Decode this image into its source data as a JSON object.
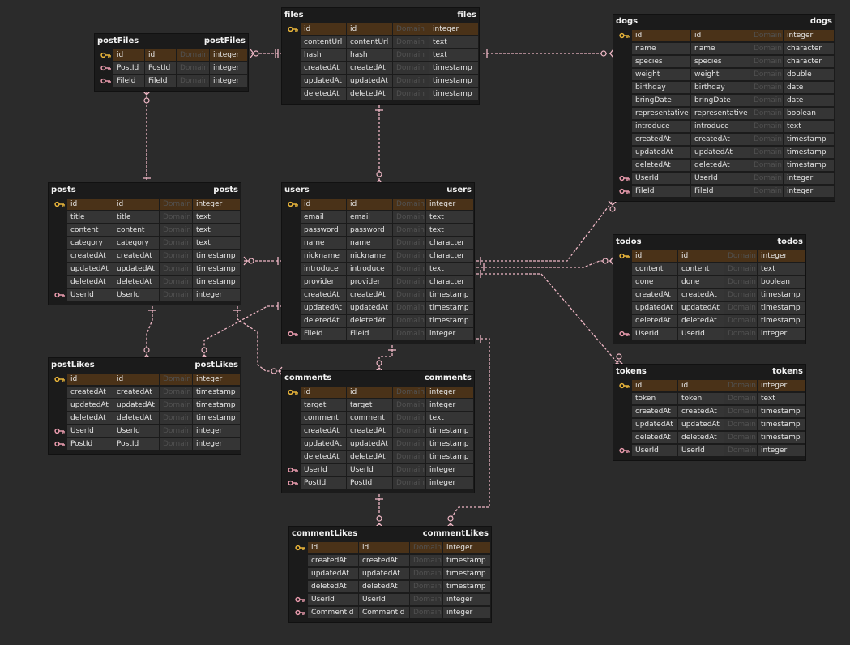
{
  "domain_placeholder": "Domain",
  "tables": {
    "files": {
      "name": "files",
      "columns": [
        {
          "name": "id",
          "logical": "id",
          "type": "integer",
          "key": "pk"
        },
        {
          "name": "contentUrl",
          "logical": "contentUrl",
          "type": "text",
          "key": ""
        },
        {
          "name": "hash",
          "logical": "hash",
          "type": "text",
          "key": ""
        },
        {
          "name": "createdAt",
          "logical": "createdAt",
          "type": "timestamp",
          "key": ""
        },
        {
          "name": "updatedAt",
          "logical": "updatedAt",
          "type": "timestamp",
          "key": ""
        },
        {
          "name": "deletedAt",
          "logical": "deletedAt",
          "type": "timestamp",
          "key": ""
        }
      ]
    },
    "postFiles": {
      "name": "postFiles",
      "columns": [
        {
          "name": "id",
          "logical": "id",
          "type": "integer",
          "key": "pk"
        },
        {
          "name": "PostId",
          "logical": "PostId",
          "type": "integer",
          "key": "fk"
        },
        {
          "name": "FileId",
          "logical": "FileId",
          "type": "integer",
          "key": "fk"
        }
      ]
    },
    "dogs": {
      "name": "dogs",
      "columns": [
        {
          "name": "id",
          "logical": "id",
          "type": "integer",
          "key": "pk"
        },
        {
          "name": "name",
          "logical": "name",
          "type": "character",
          "key": ""
        },
        {
          "name": "species",
          "logical": "species",
          "type": "character",
          "key": ""
        },
        {
          "name": "weight",
          "logical": "weight",
          "type": "double",
          "key": ""
        },
        {
          "name": "birthday",
          "logical": "birthday",
          "type": "date",
          "key": ""
        },
        {
          "name": "bringDate",
          "logical": "bringDate",
          "type": "date",
          "key": ""
        },
        {
          "name": "representative",
          "logical": "representative",
          "type": "boolean",
          "key": ""
        },
        {
          "name": "introduce",
          "logical": "introduce",
          "type": "text",
          "key": ""
        },
        {
          "name": "createdAt",
          "logical": "createdAt",
          "type": "timestamp",
          "key": ""
        },
        {
          "name": "updatedAt",
          "logical": "updatedAt",
          "type": "timestamp",
          "key": ""
        },
        {
          "name": "deletedAt",
          "logical": "deletedAt",
          "type": "timestamp",
          "key": ""
        },
        {
          "name": "UserId",
          "logical": "UserId",
          "type": "integer",
          "key": "fk"
        },
        {
          "name": "FileId",
          "logical": "FileId",
          "type": "integer",
          "key": "fk"
        }
      ]
    },
    "posts": {
      "name": "posts",
      "columns": [
        {
          "name": "id",
          "logical": "id",
          "type": "integer",
          "key": "pk"
        },
        {
          "name": "title",
          "logical": "title",
          "type": "text",
          "key": ""
        },
        {
          "name": "content",
          "logical": "content",
          "type": "text",
          "key": ""
        },
        {
          "name": "category",
          "logical": "category",
          "type": "text",
          "key": ""
        },
        {
          "name": "createdAt",
          "logical": "createdAt",
          "type": "timestamp",
          "key": ""
        },
        {
          "name": "updatedAt",
          "logical": "updatedAt",
          "type": "timestamp",
          "key": ""
        },
        {
          "name": "deletedAt",
          "logical": "deletedAt",
          "type": "timestamp",
          "key": ""
        },
        {
          "name": "UserId",
          "logical": "UserId",
          "type": "integer",
          "key": "fk"
        }
      ]
    },
    "users": {
      "name": "users",
      "columns": [
        {
          "name": "id",
          "logical": "id",
          "type": "integer",
          "key": "pk"
        },
        {
          "name": "email",
          "logical": "email",
          "type": "text",
          "key": ""
        },
        {
          "name": "password",
          "logical": "password",
          "type": "text",
          "key": ""
        },
        {
          "name": "name",
          "logical": "name",
          "type": "character",
          "key": ""
        },
        {
          "name": "nickname",
          "logical": "nickname",
          "type": "character",
          "key": ""
        },
        {
          "name": "introduce",
          "logical": "introduce",
          "type": "text",
          "key": ""
        },
        {
          "name": "provider",
          "logical": "provider",
          "type": "character",
          "key": ""
        },
        {
          "name": "createdAt",
          "logical": "createdAt",
          "type": "timestamp",
          "key": ""
        },
        {
          "name": "updatedAt",
          "logical": "updatedAt",
          "type": "timestamp",
          "key": ""
        },
        {
          "name": "deletedAt",
          "logical": "deletedAt",
          "type": "timestamp",
          "key": ""
        },
        {
          "name": "FileId",
          "logical": "FileId",
          "type": "integer",
          "key": "fk"
        }
      ]
    },
    "todos": {
      "name": "todos",
      "columns": [
        {
          "name": "id",
          "logical": "id",
          "type": "integer",
          "key": "pk"
        },
        {
          "name": "content",
          "logical": "content",
          "type": "text",
          "key": ""
        },
        {
          "name": "done",
          "logical": "done",
          "type": "boolean",
          "key": ""
        },
        {
          "name": "createdAt",
          "logical": "createdAt",
          "type": "timestamp",
          "key": ""
        },
        {
          "name": "updatedAt",
          "logical": "updatedAt",
          "type": "timestamp",
          "key": ""
        },
        {
          "name": "deletedAt",
          "logical": "deletedAt",
          "type": "timestamp",
          "key": ""
        },
        {
          "name": "UserId",
          "logical": "UserId",
          "type": "integer",
          "key": "fk"
        }
      ]
    },
    "postLikes": {
      "name": "postLikes",
      "columns": [
        {
          "name": "id",
          "logical": "id",
          "type": "integer",
          "key": "pk"
        },
        {
          "name": "createdAt",
          "logical": "createdAt",
          "type": "timestamp",
          "key": ""
        },
        {
          "name": "updatedAt",
          "logical": "updatedAt",
          "type": "timestamp",
          "key": ""
        },
        {
          "name": "deletedAt",
          "logical": "deletedAt",
          "type": "timestamp",
          "key": ""
        },
        {
          "name": "UserId",
          "logical": "UserId",
          "type": "integer",
          "key": "fk"
        },
        {
          "name": "PostId",
          "logical": "PostId",
          "type": "integer",
          "key": "fk"
        }
      ]
    },
    "comments": {
      "name": "comments",
      "columns": [
        {
          "name": "id",
          "logical": "id",
          "type": "integer",
          "key": "pk"
        },
        {
          "name": "target",
          "logical": "target",
          "type": "integer",
          "key": ""
        },
        {
          "name": "comment",
          "logical": "comment",
          "type": "text",
          "key": ""
        },
        {
          "name": "createdAt",
          "logical": "createdAt",
          "type": "timestamp",
          "key": ""
        },
        {
          "name": "updatedAt",
          "logical": "updatedAt",
          "type": "timestamp",
          "key": ""
        },
        {
          "name": "deletedAt",
          "logical": "deletedAt",
          "type": "timestamp",
          "key": ""
        },
        {
          "name": "UserId",
          "logical": "UserId",
          "type": "integer",
          "key": "fk"
        },
        {
          "name": "PostId",
          "logical": "PostId",
          "type": "integer",
          "key": "fk"
        }
      ]
    },
    "tokens": {
      "name": "tokens",
      "columns": [
        {
          "name": "id",
          "logical": "id",
          "type": "integer",
          "key": "pk"
        },
        {
          "name": "token",
          "logical": "token",
          "type": "text",
          "key": ""
        },
        {
          "name": "createdAt",
          "logical": "createdAt",
          "type": "timestamp",
          "key": ""
        },
        {
          "name": "updatedAt",
          "logical": "updatedAt",
          "type": "timestamp",
          "key": ""
        },
        {
          "name": "deletedAt",
          "logical": "deletedAt",
          "type": "timestamp",
          "key": ""
        },
        {
          "name": "UserId",
          "logical": "UserId",
          "type": "integer",
          "key": "fk"
        }
      ]
    },
    "commentLikes": {
      "name": "commentLikes",
      "columns": [
        {
          "name": "id",
          "logical": "id",
          "type": "integer",
          "key": "pk"
        },
        {
          "name": "createdAt",
          "logical": "createdAt",
          "type": "timestamp",
          "key": ""
        },
        {
          "name": "updatedAt",
          "logical": "updatedAt",
          "type": "timestamp",
          "key": ""
        },
        {
          "name": "deletedAt",
          "logical": "deletedAt",
          "type": "timestamp",
          "key": ""
        },
        {
          "name": "UserId",
          "logical": "UserId",
          "type": "integer",
          "key": "fk"
        },
        {
          "name": "CommentId",
          "logical": "CommentId",
          "type": "integer",
          "key": "fk"
        }
      ]
    }
  },
  "relations": [
    {
      "parent": "files",
      "child": "postFiles"
    },
    {
      "parent": "files",
      "child": "users"
    },
    {
      "parent": "files",
      "child": "dogs"
    },
    {
      "parent": "posts",
      "child": "postFiles"
    },
    {
      "parent": "users",
      "child": "posts"
    },
    {
      "parent": "users",
      "child": "dogs"
    },
    {
      "parent": "users",
      "child": "todos"
    },
    {
      "parent": "users",
      "child": "tokens"
    },
    {
      "parent": "posts",
      "child": "postLikes"
    },
    {
      "parent": "users",
      "child": "postLikes"
    },
    {
      "parent": "posts",
      "child": "comments"
    },
    {
      "parent": "users",
      "child": "comments"
    },
    {
      "parent": "comments",
      "child": "commentLikes"
    },
    {
      "parent": "users",
      "child": "commentLikes"
    }
  ],
  "colors": {
    "background": "#2b2b2b",
    "table": "#1b1b1b",
    "cell": "#353535",
    "pk_row": "#4a3218",
    "pk_key": "#e8b43a",
    "fk_key": "#e89aac",
    "relation": "#f0b8c6"
  }
}
